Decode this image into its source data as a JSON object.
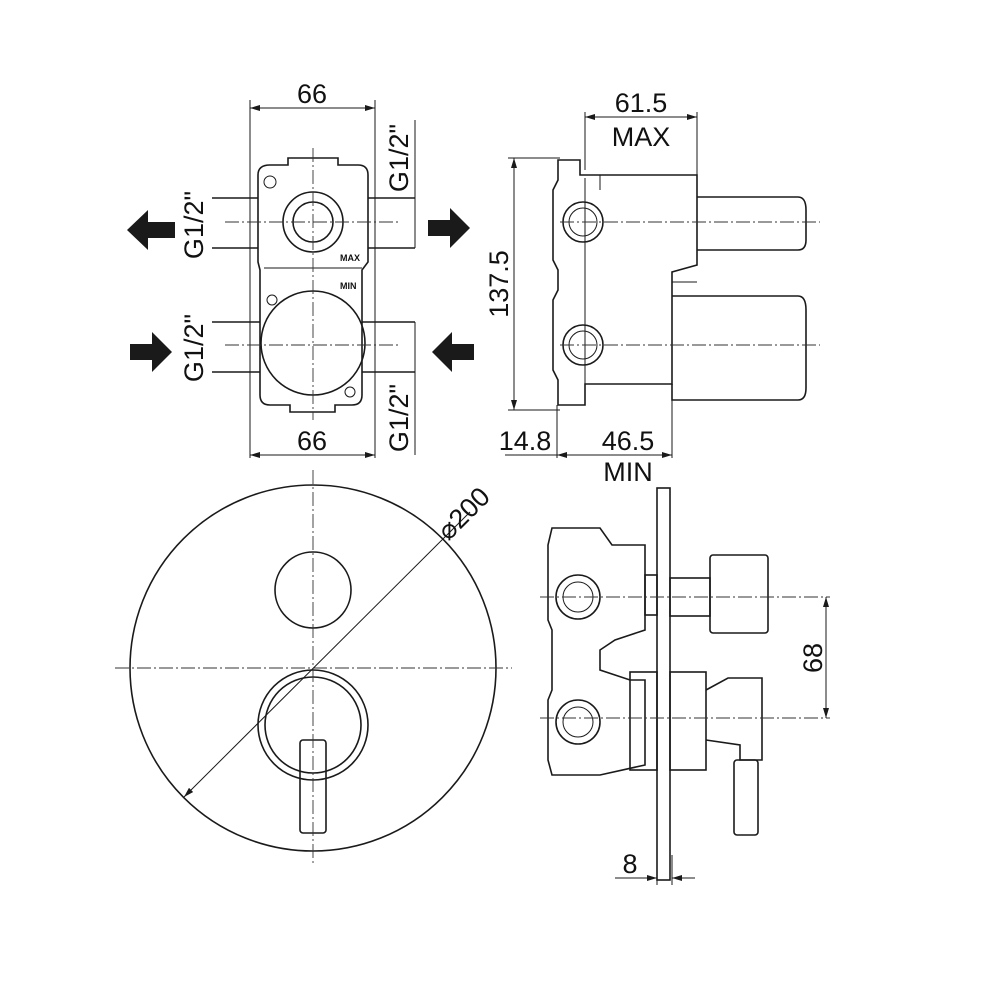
{
  "drawing": {
    "front_view": {
      "width_top": "66",
      "width_bottom": "66",
      "thread_top_left": "G1/2\"",
      "thread_bottom_left": "G1/2\"",
      "thread_top_right": "G1/2\"",
      "thread_bottom_right": "G1/2\"",
      "max_mark": "MAX",
      "min_mark": "MIN"
    },
    "side_view": {
      "depth_max_value": "61.5",
      "depth_max_label": "MAX",
      "height": "137.5",
      "offset": "14.8",
      "depth_min_value": "46.5",
      "depth_min_label": "MIN"
    },
    "plate_view": {
      "diameter": "⌀200"
    },
    "assembled_side_view": {
      "center_distance": "68",
      "plate_thickness": "8"
    }
  }
}
